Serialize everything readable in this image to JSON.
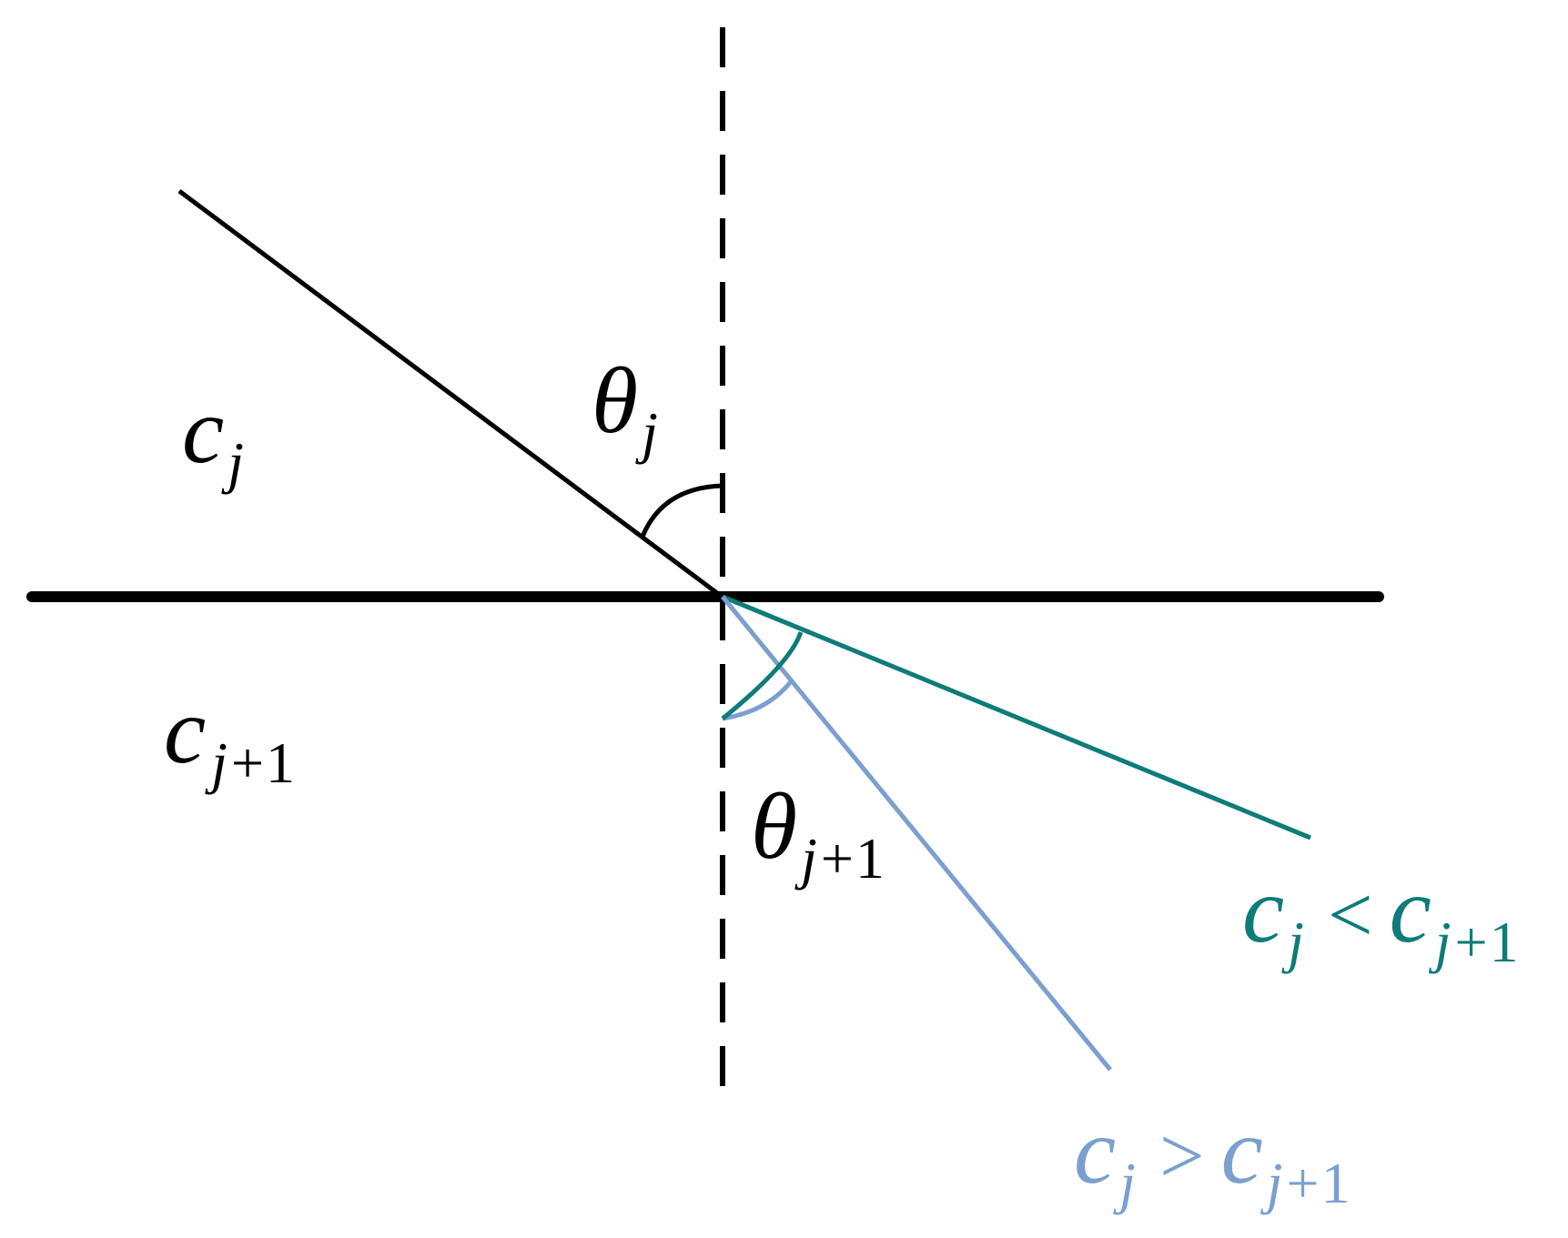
{
  "colors": {
    "ink": "#000000",
    "teal": "#0e7c78",
    "light_blue": "#7c9fd0",
    "background": "#ffffff"
  },
  "labels": {
    "medium_upper": {
      "base": "c",
      "sub": "j"
    },
    "medium_lower": {
      "base": "c",
      "sub_var": "j",
      "sub_op": "+",
      "sub_num": "1"
    },
    "angle_incident": {
      "base": "θ",
      "sub": "j"
    },
    "angle_refracted": {
      "base": "θ",
      "sub_var": "j",
      "sub_op": "+",
      "sub_num": "1"
    },
    "case_teal": {
      "left_base": "c",
      "left_sub": "j",
      "relation": "<",
      "right_base": "c",
      "right_sub_var": "j",
      "right_sub_op": "+",
      "right_sub_num": "1"
    },
    "case_blue": {
      "left_base": "c",
      "left_sub": "j",
      "relation": ">",
      "right_base": "c",
      "right_sub_var": "j",
      "right_sub_op": "+",
      "right_sub_num": "1"
    }
  }
}
